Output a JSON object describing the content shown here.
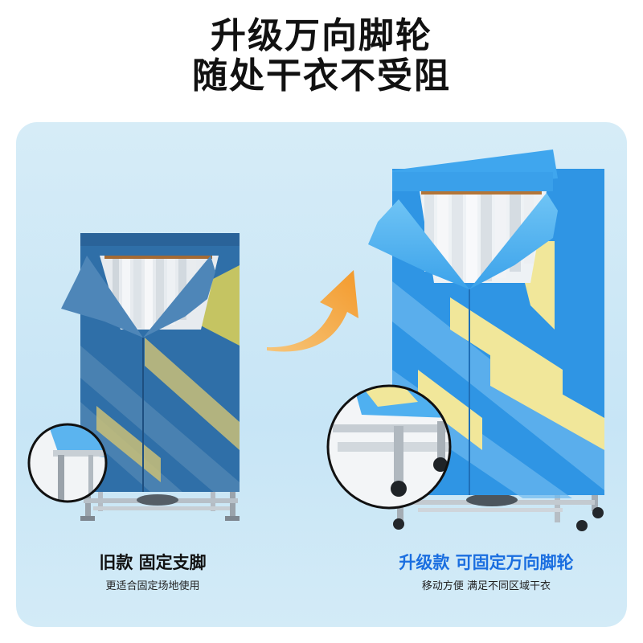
{
  "headline": {
    "line1": "升级万向脚轮",
    "line2": "随处干衣不受阻"
  },
  "old_model": {
    "title": "旧款 固定支脚",
    "subtitle": "更适合固定场地使用"
  },
  "new_model": {
    "title": "升级款 可固定万向脚轮",
    "subtitle": "移动方便 满足不同区域干衣"
  },
  "colors": {
    "panel_bg": "#cbe7f6",
    "old_cover": "#2f6fa8",
    "new_cover": "#2f95e4",
    "stripe_yellow": "#f1e79a",
    "new_title": "#1a6ee0",
    "arrow": "#f0a23a"
  }
}
